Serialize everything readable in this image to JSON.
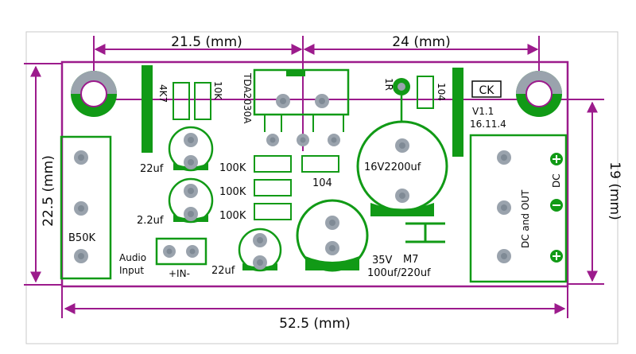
{
  "colors": {
    "board_bg": "#ffffff",
    "dimension": "#9c1b8c",
    "silkscreen": "#119a16",
    "pad": "#9aa3ad",
    "pad_hole": "#7f8a95",
    "text": "#0a0a0a"
  },
  "dimensions": {
    "top_left": "21.5 (mm)",
    "top_right": "24 (mm)",
    "left": "22.5 (mm)",
    "right": "19 (mm)",
    "bottom": "52.5 (mm)"
  },
  "labels": {
    "r_4k7": "4K7",
    "r_10k_top": "10K",
    "ic": "TDA2030A",
    "r_1r": "1R",
    "c_104_top": "104",
    "ck": "CK",
    "version": "V1.1",
    "date": "16.11.4",
    "c_22uf_a": "22uf",
    "c_2_2uf": "2.2uf",
    "r_100k_1": "100K",
    "r_100k_2": "100K",
    "r_100k_3": "100K",
    "c_104_mid": "104",
    "c_big": "16V2200uf",
    "dc_out": "DC and OUT",
    "dc_out_lower": "DC",
    "b50k": "B50K",
    "audio_1": "Audio",
    "audio_2": "Input",
    "in_label": "+IN-",
    "c_22uf_b": "22uf",
    "c_35v": "35V",
    "c_100uf": "100uf/220uf",
    "m7": "M7"
  }
}
